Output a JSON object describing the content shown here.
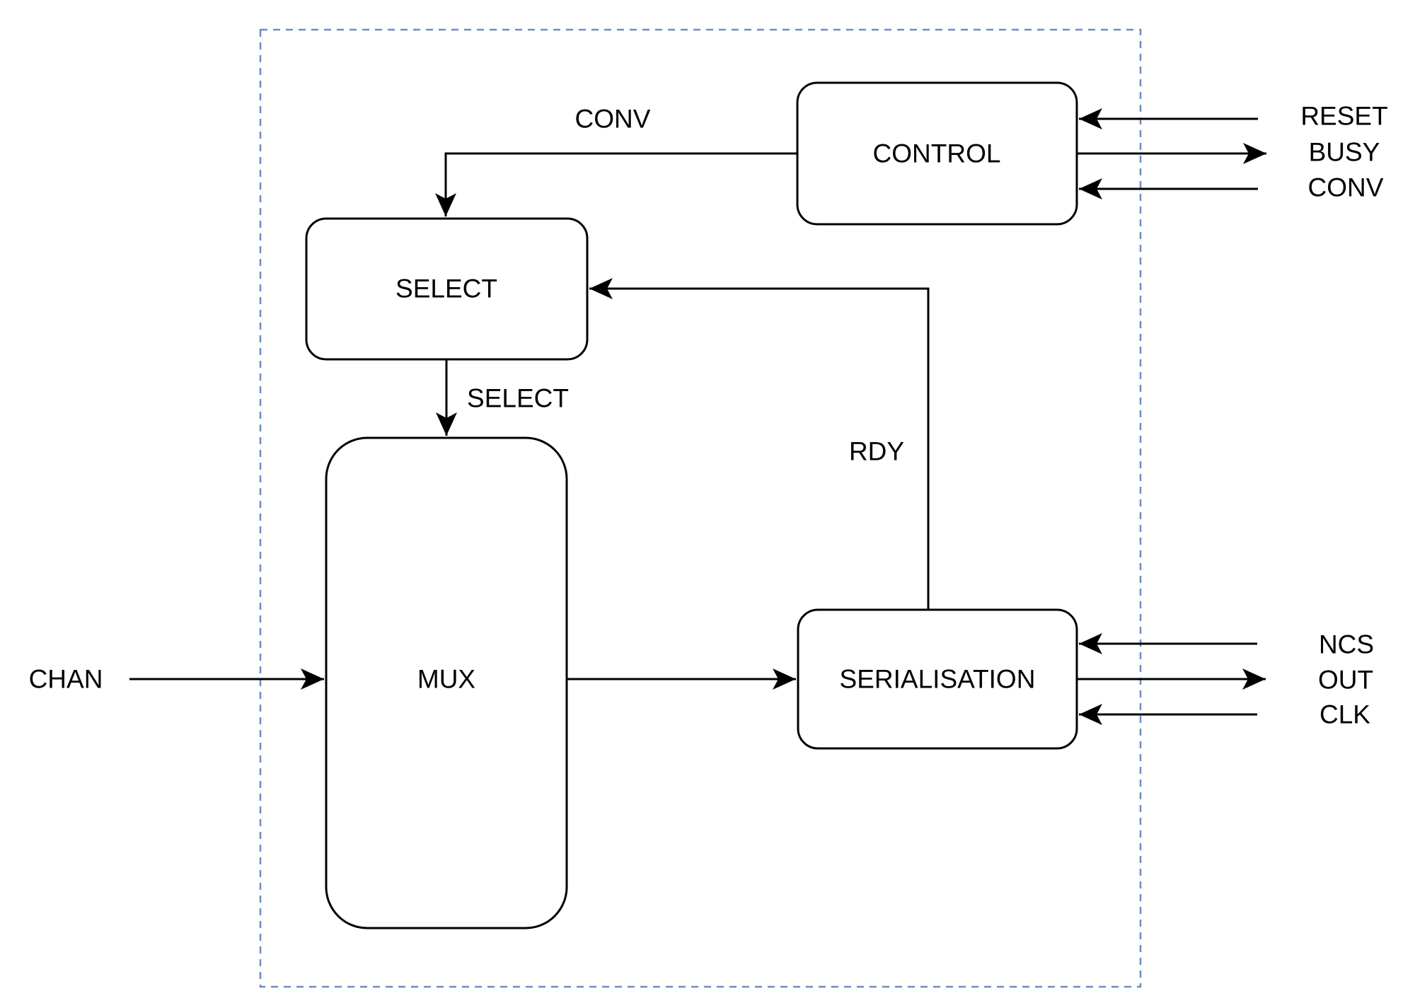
{
  "diagram": {
    "colors": {
      "boundary": "#6C8EBF",
      "stroke": "#000000",
      "background": "#FFFFFF"
    },
    "blocks": {
      "control": {
        "label": "CONTROL"
      },
      "select": {
        "label": "SELECT"
      },
      "mux": {
        "label": "MUX"
      },
      "serialisation": {
        "label": "SERIALISATION"
      }
    },
    "signals": {
      "conv_wire": "CONV",
      "select_wire": "SELECT",
      "rdy_wire": "RDY",
      "chan_input": "CHAN"
    },
    "ports": {
      "reset": "RESET",
      "busy": "BUSY",
      "conv": "CONV",
      "ncs": "NCS",
      "out": "OUT",
      "clk": "CLK"
    }
  }
}
